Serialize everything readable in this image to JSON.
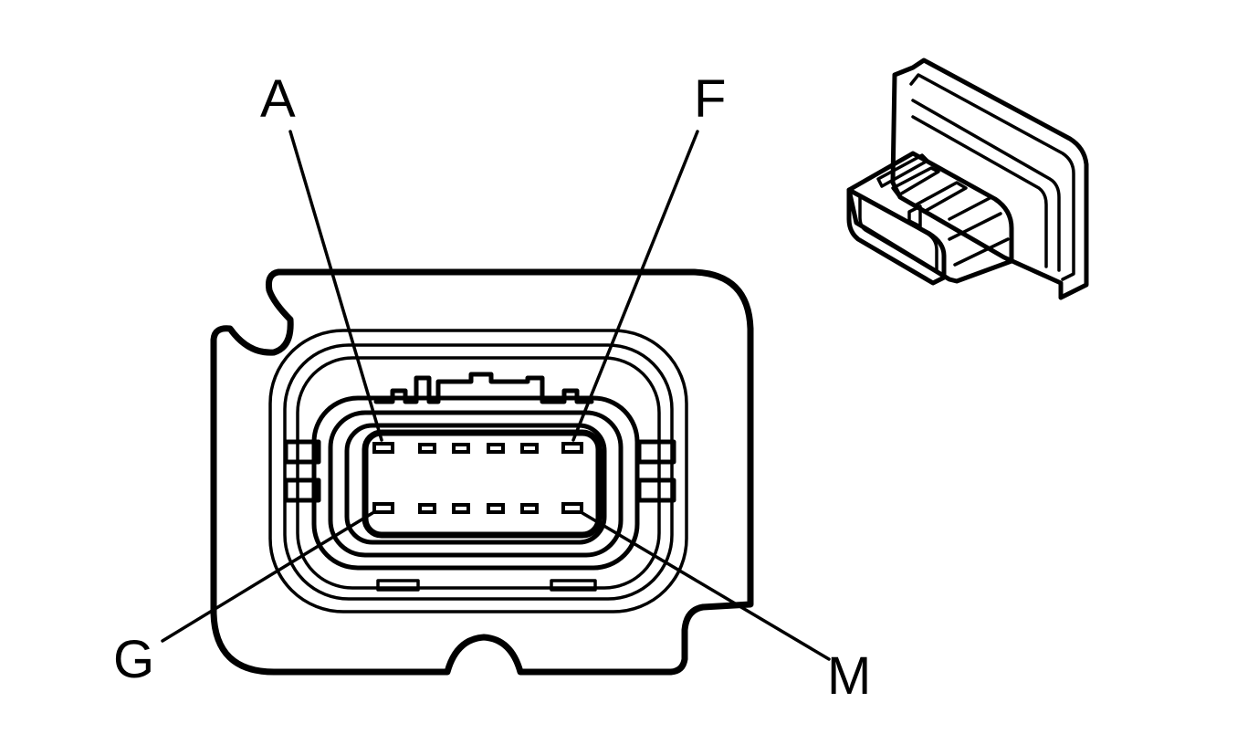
{
  "labels": {
    "a": "A",
    "f": "F",
    "g": "G",
    "m": "M"
  },
  "colors": {
    "line": "#000000",
    "background": "#ffffff"
  },
  "pins": {
    "rows": 2,
    "per_row": 6
  }
}
